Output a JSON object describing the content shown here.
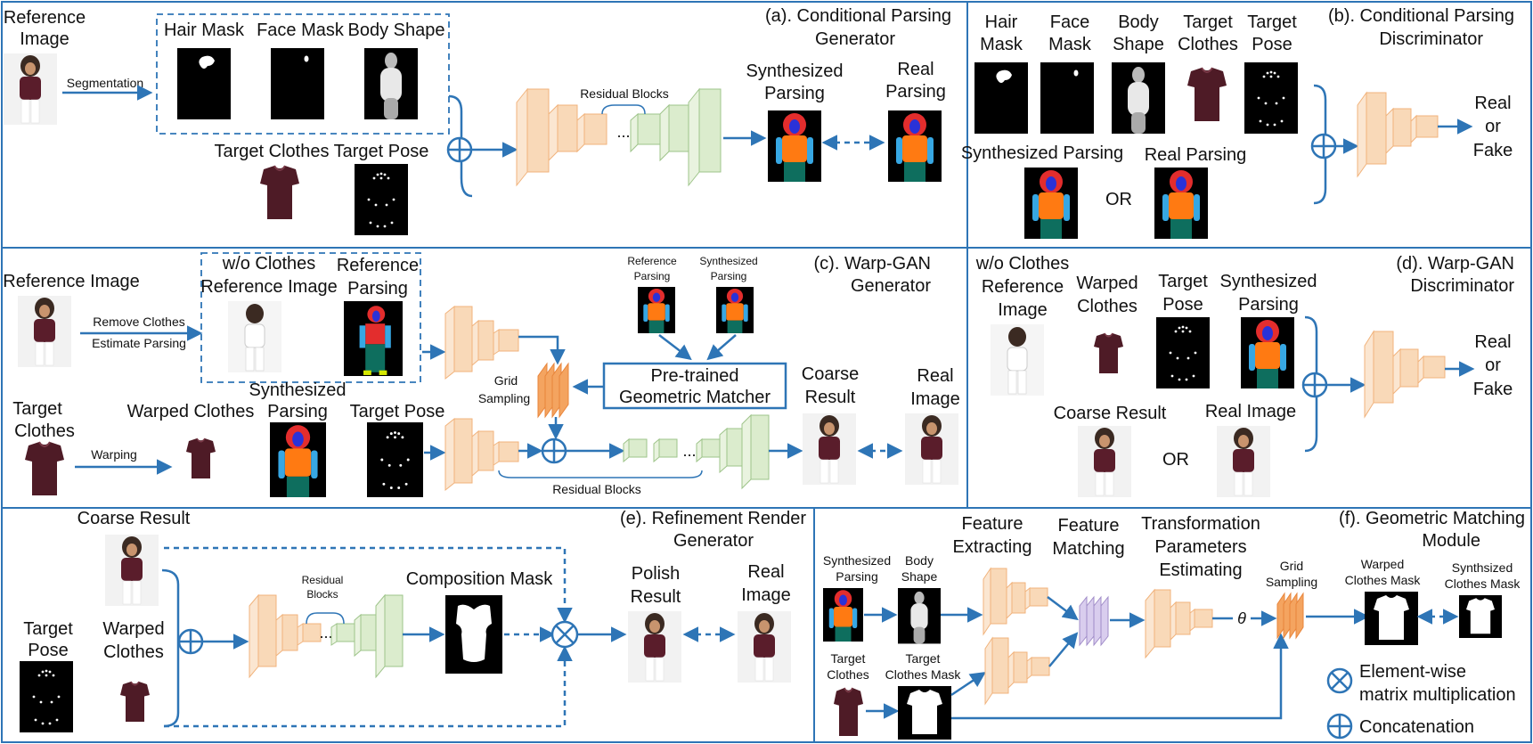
{
  "panels": {
    "a": {
      "title1": "(a). Conditional Parsing",
      "title2": "Generator"
    },
    "b": {
      "title1": "(b). Conditional Parsing",
      "title2": "Discriminator"
    },
    "c": {
      "title1": "(c). Warp-GAN",
      "title2": "Generator"
    },
    "d": {
      "title1": "(d). Warp-GAN",
      "title2": "Discriminator"
    },
    "e": {
      "title1": "(e). Refinement Render",
      "title2": "Generator"
    },
    "f": {
      "title1": "(f). Geometric Matching",
      "title2": "Module"
    }
  },
  "a": {
    "reference_image_1": "Reference",
    "reference_image_2": "Image",
    "segmentation": "Segmentation",
    "hair_mask": "Hair Mask",
    "face_mask": "Face Mask",
    "body_shape": "Body Shape",
    "target_clothes": "Target Clothes",
    "target_pose": "Target Pose",
    "residual_blocks": "Residual Blocks",
    "dots": "...",
    "synth_parsing_1": "Synthesized",
    "synth_parsing_2": "Parsing",
    "real_parsing_1": "Real",
    "real_parsing_2": "Parsing"
  },
  "b": {
    "hair_1": "Hair",
    "hair_2": "Mask",
    "face_1": "Face",
    "face_2": "Mask",
    "body_1": "Body",
    "body_2": "Shape",
    "tclothes_1": "Target",
    "tclothes_2": "Clothes",
    "tpose_1": "Target",
    "tpose_2": "Pose",
    "synth_parsing": "Synthesized Parsing",
    "real_parsing": "Real Parsing",
    "or": "OR",
    "real": "Real",
    "or2": "or",
    "fake": "Fake"
  },
  "c": {
    "reference_image": "Reference Image",
    "remove_clothes": "Remove Clothes",
    "estimate_parsing": "Estimate Parsing",
    "wo_clothes_1": "w/o Clothes",
    "wo_clothes_2": "Reference Image",
    "ref_parsing_1": "Reference",
    "ref_parsing_2": "Parsing",
    "small_ref_1": "Reference",
    "small_ref_2": "Parsing",
    "small_syn_1": "Synthesized",
    "small_syn_2": "Parsing",
    "matcher_1": "Pre-trained",
    "matcher_2": "Geometric Matcher",
    "grid_1": "Grid",
    "grid_2": "Sampling",
    "target_clothes_1": "Target",
    "target_clothes_2": "Clothes",
    "warped_clothes": "Warped Clothes",
    "warping": "Warping",
    "synth_parsing_1": "Synthesized",
    "synth_parsing_2": "Parsing",
    "target_pose": "Target Pose",
    "residual_blocks": "Residual Blocks",
    "dots": "...",
    "coarse_1": "Coarse",
    "coarse_2": "Result",
    "real_1": "Real",
    "real_2": "Image"
  },
  "d": {
    "wo_1": "w/o Clothes",
    "wo_2": "Reference",
    "wo_3": "Image",
    "warped_1": "Warped",
    "warped_2": "Clothes",
    "tpose_1": "Target",
    "tpose_2": "Pose",
    "synth_1": "Synthesized",
    "synth_2": "Parsing",
    "coarse": "Coarse Result",
    "real_image": "Real Image",
    "or": "OR",
    "real": "Real",
    "or2": "or",
    "fake": "Fake"
  },
  "e": {
    "coarse_result": "Coarse Result",
    "target_pose_1": "Target",
    "target_pose_2": "Pose",
    "warped_1": "Warped",
    "warped_2": "Clothes",
    "residual_1": "Residual",
    "residual_2": "Blocks",
    "dots": "...",
    "composition_mask": "Composition Mask",
    "polish_1": "Polish",
    "polish_2": "Result",
    "real_1": "Real",
    "real_2": "Image"
  },
  "f": {
    "synth_1": "Synthesized",
    "synth_2": "Parsing",
    "body_1": "Body",
    "body_2": "Shape",
    "tclothes_1": "Target",
    "tclothes_2": "Clothes",
    "tmask_1": "Target",
    "tmask_2": "Clothes Mask",
    "feat_ext_1": "Feature",
    "feat_ext_2": "Extracting",
    "feat_match_1": "Feature",
    "feat_match_2": "Matching",
    "trans_1": "Transformation",
    "trans_2": "Parameters",
    "trans_3": "Estimating",
    "theta": "θ",
    "grid_1": "Grid",
    "grid_2": "Sampling",
    "warped_mask_1": "Warped",
    "warped_mask_2": "Clothes Mask",
    "synth_mask_1": "Synthsized",
    "synth_mask_2": "Clothes Mask"
  },
  "legend": {
    "elementwise_1": "Element-wise",
    "elementwise_2": "matrix multiplication",
    "concat": "Concatenation"
  },
  "colors": {
    "accent": "#2e75b6",
    "encoder": "#f9d9b8",
    "decoder": "#dbeccd",
    "matcher": "#d9cdee",
    "grid": "#f4a460"
  }
}
